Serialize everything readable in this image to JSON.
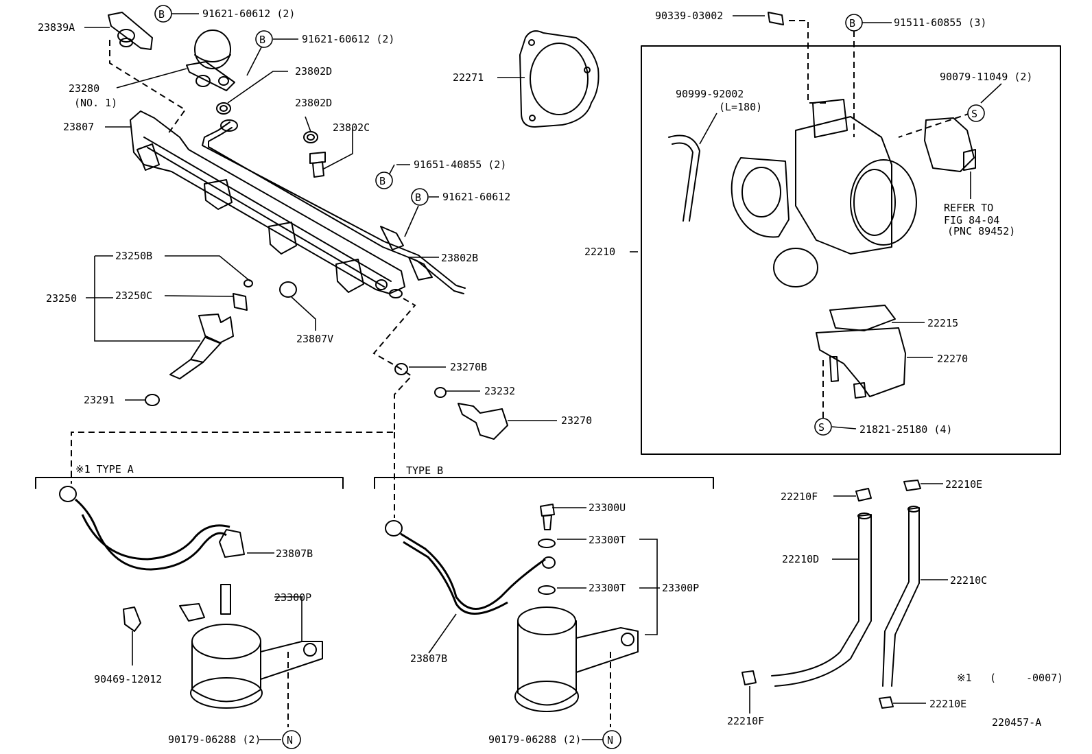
{
  "labels": {
    "p23839A": "23839A",
    "p91621_1": "91621-60612 (2)",
    "p91621_2": "91621-60612 (2)",
    "p23280": "23280",
    "p23280no": "(NO. 1)",
    "p23802D_a": "23802D",
    "p23802D_b": "23802D",
    "p23802C": "23802C",
    "p23807": "23807",
    "p91651": "91651-40855 (2)",
    "p91621_3": "91621-60612",
    "p23802B": "23802B",
    "p23250B": "23250B",
    "p23250": "23250",
    "p23250C": "23250C",
    "p23807V": "23807V",
    "p23291": "23291",
    "p23270B": "23270B",
    "p23232": "23232",
    "p23270": "23270",
    "p22271": "22271",
    "p90339": "90339-03002",
    "p91511": "91511-60855 (3)",
    "p90999": "90999-92002",
    "pL180": "(L=180)",
    "p90079": "90079-11049 (2)",
    "refer1": "REFER TO",
    "refer2": "FIG 84-04",
    "refer3": "(PNC 89452)",
    "p22210": "22210",
    "p22215": "22215",
    "p22270": "22270",
    "p21821": "21821-25180 (4)",
    "typeA": "※1 TYPE  A",
    "typeB": "TYPE  B",
    "p23807B_a": "23807B",
    "p23807B_b": "23807B",
    "p23300P_a": "23300P",
    "p23300P_b": "23300P",
    "p23300U": "23300U",
    "p23300T_a": "23300T",
    "p23300T_b": "23300T",
    "p90469": "90469-12012",
    "p90179_a": "90179-06288 (2)",
    "p90179_b": "90179-06288 (2)",
    "p22210F_a": "22210F",
    "p22210F_b": "22210F",
    "p22210E_a": "22210E",
    "p22210E_b": "22210E",
    "p22210D": "22210D",
    "p22210C": "22210C",
    "note1": "※1",
    "note1paren": "(",
    "note1range": "-0007)",
    "figno": "220457-A"
  },
  "symbols": {
    "B": "B",
    "S": "S",
    "N": "N"
  }
}
